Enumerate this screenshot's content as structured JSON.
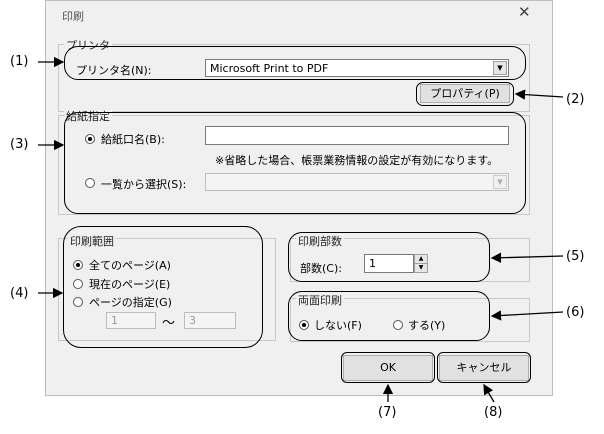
{
  "window": {
    "title": "印刷",
    "close_glyph": "✕"
  },
  "printer": {
    "legend": "プリンタ",
    "name_label": "プリンタ名(N):",
    "selected": "Microsoft Print to PDF",
    "properties_button": "プロパティ(P)"
  },
  "tray": {
    "legend": "給紙指定",
    "option_name": "給紙口名(B):",
    "name_value": "",
    "note": "※省略した場合、帳票業務情報の設定が有効になります。",
    "option_list": "一覧から選択(S):"
  },
  "range": {
    "legend": "印刷範囲",
    "all_pages": "全てのページ(A)",
    "current_page": "現在のページ(E)",
    "specify": "ページの指定(G)",
    "from_value": "1",
    "tilde": "～",
    "to_value": "3"
  },
  "copies": {
    "legend": "印刷部数",
    "label": "部数(C):",
    "value": "1"
  },
  "duplex": {
    "legend": "両面印刷",
    "no": "しない(F)",
    "yes": "する(Y)"
  },
  "buttons": {
    "ok": "OK",
    "cancel": "キャンセル"
  },
  "annotations": {
    "n1": "(1)",
    "n2": "(2)",
    "n3": "(3)",
    "n4": "(4)",
    "n5": "(5)",
    "n6": "(6)",
    "n7": "(7)",
    "n8": "(8)"
  }
}
